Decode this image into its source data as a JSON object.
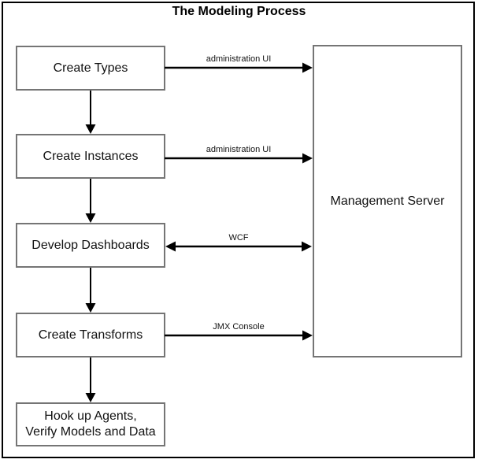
{
  "diagram": {
    "title": "The Modeling Process",
    "steps": [
      {
        "label": "Create Types"
      },
      {
        "label": "Create Instances"
      },
      {
        "label": "Develop Dashboards"
      },
      {
        "label": "Create Transforms"
      },
      {
        "label": "Hook up Agents,\nVerify Models and Data"
      }
    ],
    "server": {
      "label": "Management Server"
    },
    "connections": [
      {
        "label": "administration UI",
        "from": "Create Types",
        "to": "Management Server",
        "direction": "right"
      },
      {
        "label": "administration UI",
        "from": "Create Instances",
        "to": "Management Server",
        "direction": "right"
      },
      {
        "label": "WCF",
        "from": "Develop Dashboards",
        "to": "Management Server",
        "direction": "both"
      },
      {
        "label": "JMX Console",
        "from": "Create Transforms",
        "to": "Management Server",
        "direction": "right"
      }
    ],
    "flow_arrows": [
      {
        "from": "Create Types",
        "to": "Create Instances"
      },
      {
        "from": "Create Instances",
        "to": "Develop Dashboards"
      },
      {
        "from": "Develop Dashboards",
        "to": "Create Transforms"
      },
      {
        "from": "Create Transforms",
        "to": "Hook up Agents, Verify Models and Data"
      }
    ],
    "colors": {
      "background": "#ffffff",
      "frame_border": "#000000",
      "box_border": "#757575",
      "arrow": "#000000",
      "text": "#111111"
    }
  }
}
